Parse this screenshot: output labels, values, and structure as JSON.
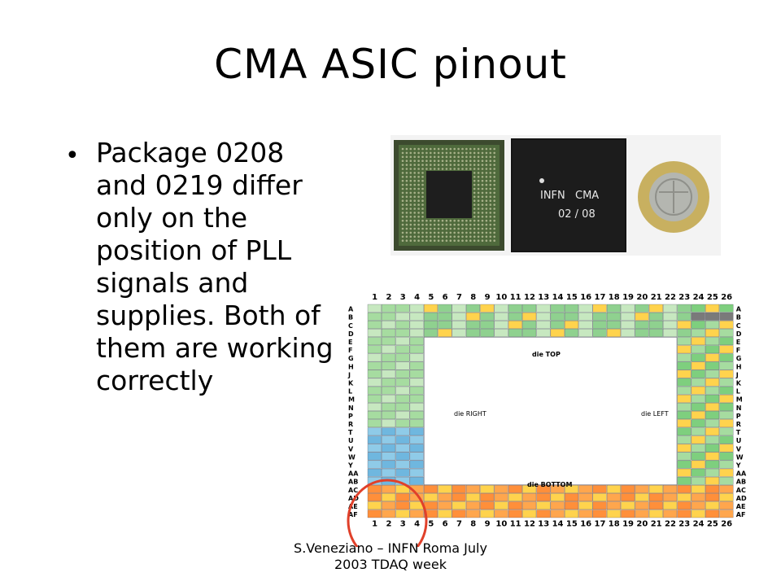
{
  "slide": {
    "title": "CMA ASIC pinout",
    "bullet_marker": "•",
    "bullet_text": "Package 0208 and 0219 differ only on the position of PLL signals and supplies. Both of them are working correctly",
    "footer_line1": "S.Veneziano – INFN Roma July",
    "footer_line2": "2003 TDAQ week"
  },
  "chip_photo": {
    "label_line1": "INFN",
    "label_line2": "CMA",
    "label_line3": "02 / 08"
  },
  "pinout_diagram": {
    "columns": [
      "1",
      "2",
      "3",
      "4",
      "5",
      "6",
      "7",
      "8",
      "9",
      "10",
      "11",
      "12",
      "13",
      "14",
      "15",
      "16",
      "17",
      "18",
      "19",
      "20",
      "21",
      "22",
      "23",
      "24",
      "25",
      "26"
    ],
    "rows": [
      "A",
      "B",
      "C",
      "D",
      "E",
      "F",
      "G",
      "H",
      "J",
      "K",
      "L",
      "M",
      "N",
      "P",
      "R",
      "T",
      "U",
      "V",
      "W",
      "Y",
      "AA",
      "AB",
      "AC",
      "AD",
      "AE",
      "AF"
    ],
    "die_top": "die TOP",
    "die_bottom": "die BOTTOM",
    "die_left": "die LEFT",
    "die_right": "die RIGHT",
    "highlight_color": "#e0402a"
  }
}
